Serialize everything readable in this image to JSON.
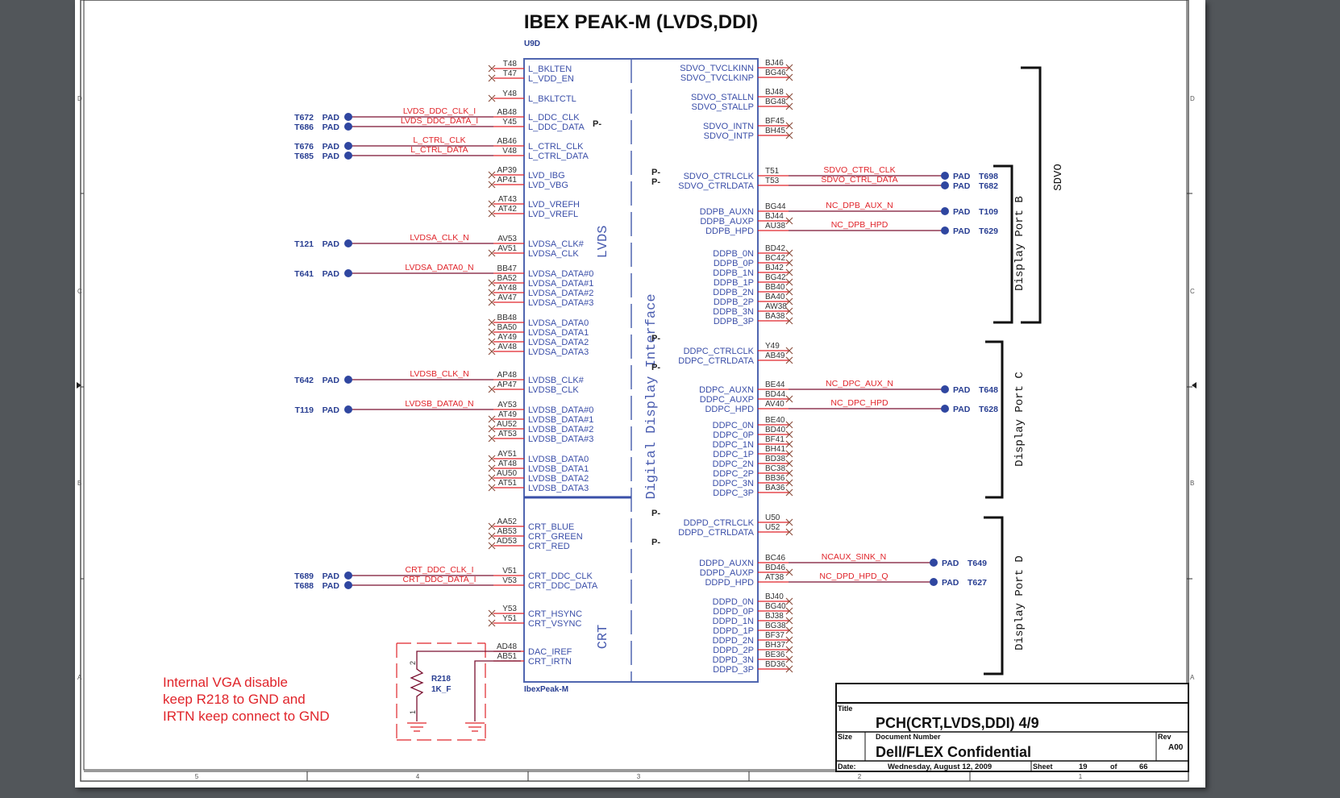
{
  "title": "IBEX PEAK-M (LVDS,DDI)",
  "refdes": "U9D",
  "part_name": "IbexPeak-M",
  "sections": {
    "lvds": "LVDS",
    "crt": "CRT",
    "ddi": "Digital Display Interface"
  },
  "port_labels": {
    "sdvo": "SDVO",
    "port_b": "Display Port B",
    "port_c": "Display Port C",
    "port_d": "Display Port D"
  },
  "p_marker": "P-",
  "left_pins": [
    {
      "ball": "T48",
      "name": "L_BKLTEN",
      "nc": true
    },
    {
      "ball": "T47",
      "name": "L_VDD_EN",
      "nc": true
    },
    {
      "ball": "Y48",
      "name": "L_BKLTCTL",
      "nc": true
    },
    {
      "ball": "AB48",
      "name": "L_DDC_CLK",
      "net": "LVDS_DDC_CLK_I",
      "tp": "T672"
    },
    {
      "ball": "Y45",
      "name": "L_DDC_DATA",
      "net": "LVDS_DDC_DATA_I",
      "tp": "T686"
    },
    {
      "ball": "AB46",
      "name": "L_CTRL_CLK",
      "net": "L_CTRL_CLK",
      "tp": "T676"
    },
    {
      "ball": "V48",
      "name": "L_CTRL_DATA",
      "net": "L_CTRL_DATA",
      "tp": "T685"
    },
    {
      "ball": "AP39",
      "name": "LVD_IBG",
      "nc": true
    },
    {
      "ball": "AP41",
      "name": "LVD_VBG",
      "nc": true
    },
    {
      "ball": "AT43",
      "name": "LVD_VREFH",
      "nc": true
    },
    {
      "ball": "AT42",
      "name": "LVD_VREFL",
      "nc": true
    },
    {
      "ball": "AV53",
      "name": "LVDSA_CLK#",
      "net": "LVDSA_CLK_N",
      "tp": "T121"
    },
    {
      "ball": "AV51",
      "name": "LVDSA_CLK",
      "nc": true
    },
    {
      "ball": "BB47",
      "name": "LVDSA_DATA#0",
      "net": "LVDSA_DATA0_N",
      "tp": "T641"
    },
    {
      "ball": "BA52",
      "name": "LVDSA_DATA#1",
      "nc": true
    },
    {
      "ball": "AY48",
      "name": "LVDSA_DATA#2",
      "nc": true
    },
    {
      "ball": "AV47",
      "name": "LVDSA_DATA#3",
      "nc": true
    },
    {
      "ball": "BB48",
      "name": "LVDSA_DATA0",
      "nc": true
    },
    {
      "ball": "BA50",
      "name": "LVDSA_DATA1",
      "nc": true
    },
    {
      "ball": "AY49",
      "name": "LVDSA_DATA2",
      "nc": true
    },
    {
      "ball": "AV48",
      "name": "LVDSA_DATA3",
      "nc": true
    },
    {
      "ball": "AP48",
      "name": "LVDSB_CLK#",
      "net": "LVDSB_CLK_N",
      "tp": "T642"
    },
    {
      "ball": "AP47",
      "name": "LVDSB_CLK",
      "nc": true
    },
    {
      "ball": "AY53",
      "name": "LVDSB_DATA#0",
      "net": "LVDSB_DATA0_N",
      "tp": "T119"
    },
    {
      "ball": "AT49",
      "name": "LVDSB_DATA#1",
      "nc": true
    },
    {
      "ball": "AU52",
      "name": "LVDSB_DATA#2",
      "nc": true
    },
    {
      "ball": "AT53",
      "name": "LVDSB_DATA#3",
      "nc": true
    },
    {
      "ball": "AY51",
      "name": "LVDSB_DATA0",
      "nc": true
    },
    {
      "ball": "AT48",
      "name": "LVDSB_DATA1",
      "nc": true
    },
    {
      "ball": "AU50",
      "name": "LVDSB_DATA2",
      "nc": true
    },
    {
      "ball": "AT51",
      "name": "LVDSB_DATA3",
      "nc": true
    },
    {
      "ball": "AA52",
      "name": "CRT_BLUE",
      "nc": true
    },
    {
      "ball": "AB53",
      "name": "CRT_GREEN",
      "nc": true
    },
    {
      "ball": "AD53",
      "name": "CRT_RED",
      "nc": true
    },
    {
      "ball": "V51",
      "name": "CRT_DDC_CLK",
      "net": "CRT_DDC_CLK_I",
      "tp": "T689"
    },
    {
      "ball": "V53",
      "name": "CRT_DDC_DATA",
      "net": "CRT_DDC_DATA_I",
      "tp": "T688"
    },
    {
      "ball": "Y53",
      "name": "CRT_HSYNC",
      "nc": true
    },
    {
      "ball": "Y51",
      "name": "CRT_VSYNC",
      "nc": true
    },
    {
      "ball": "AD48",
      "name": "DAC_IREF"
    },
    {
      "ball": "AB51",
      "name": "CRT_IRTN"
    }
  ],
  "right_pins": [
    {
      "ball": "BJ46",
      "name": "SDVO_TVCLKINN",
      "nc": true
    },
    {
      "ball": "BG46",
      "name": "SDVO_TVCLKINP",
      "nc": true
    },
    {
      "ball": "BJ48",
      "name": "SDVO_STALLN",
      "nc": true
    },
    {
      "ball": "BG48",
      "name": "SDVO_STALLP",
      "nc": true
    },
    {
      "ball": "BF45",
      "name": "SDVO_INTN",
      "nc": true
    },
    {
      "ball": "BH45",
      "name": "SDVO_INTP",
      "nc": true
    },
    {
      "ball": "T51",
      "name": "SDVO_CTRLCLK",
      "net": "SDVO_CTRL_CLK",
      "tp": "T698"
    },
    {
      "ball": "T53",
      "name": "SDVO_CTRLDATA",
      "net": "SDVO_CTRL_DATA",
      "tp": "T682"
    },
    {
      "ball": "BG44",
      "name": "DDPB_AUXN",
      "net": "NC_DPB_AUX_N",
      "tp": "T109"
    },
    {
      "ball": "BJ44",
      "name": "DDPB_AUXP",
      "nc": true
    },
    {
      "ball": "AU38",
      "name": "DDPB_HPD",
      "net": "NC_DPB_HPD",
      "tp": "T629"
    },
    {
      "ball": "BD42",
      "name": "DDPB_0N",
      "nc": true
    },
    {
      "ball": "BC42",
      "name": "DDPB_0P",
      "nc": true
    },
    {
      "ball": "BJ42",
      "name": "DDPB_1N",
      "nc": true
    },
    {
      "ball": "BG42",
      "name": "DDPB_1P",
      "nc": true
    },
    {
      "ball": "BB40",
      "name": "DDPB_2N",
      "nc": true
    },
    {
      "ball": "BA40",
      "name": "DDPB_2P",
      "nc": true
    },
    {
      "ball": "AW38",
      "name": "DDPB_3N",
      "nc": true
    },
    {
      "ball": "BA38",
      "name": "DDPB_3P",
      "nc": true
    },
    {
      "ball": "Y49",
      "name": "DDPC_CTRLCLK",
      "nc": true
    },
    {
      "ball": "AB49",
      "name": "DDPC_CTRLDATA",
      "nc": true
    },
    {
      "ball": "BE44",
      "name": "DDPC_AUXN",
      "net": "NC_DPC_AUX_N",
      "tp": "T648"
    },
    {
      "ball": "BD44",
      "name": "DDPC_AUXP",
      "nc": true
    },
    {
      "ball": "AV40",
      "name": "DDPC_HPD",
      "net": "NC_DPC_HPD",
      "tp": "T628"
    },
    {
      "ball": "BE40",
      "name": "DDPC_0N",
      "nc": true
    },
    {
      "ball": "BD40",
      "name": "DDPC_0P",
      "nc": true
    },
    {
      "ball": "BF41",
      "name": "DDPC_1N",
      "nc": true
    },
    {
      "ball": "BH41",
      "name": "DDPC_1P",
      "nc": true
    },
    {
      "ball": "BD38",
      "name": "DDPC_2N",
      "nc": true
    },
    {
      "ball": "BC38",
      "name": "DDPC_2P",
      "nc": true
    },
    {
      "ball": "BB36",
      "name": "DDPC_3N",
      "nc": true
    },
    {
      "ball": "BA36",
      "name": "DDPC_3P",
      "nc": true
    },
    {
      "ball": "U50",
      "name": "DDPD_CTRLCLK",
      "nc": true
    },
    {
      "ball": "U52",
      "name": "DDPD_CTRLDATA",
      "nc": true
    },
    {
      "ball": "BC46",
      "name": "DDPD_AUXN",
      "net": "NCAUX_SINK_N",
      "tp": "T649"
    },
    {
      "ball": "BD46",
      "name": "DDPD_AUXP",
      "nc": true
    },
    {
      "ball": "AT38",
      "name": "DDPD_HPD",
      "net": "NC_DPD_HPD_Q",
      "tp": "T627"
    },
    {
      "ball": "BJ40",
      "name": "DDPD_0N",
      "nc": true
    },
    {
      "ball": "BG40",
      "name": "DDPD_0P",
      "nc": true
    },
    {
      "ball": "BJ38",
      "name": "DDPD_1N",
      "nc": true
    },
    {
      "ball": "BG38",
      "name": "DDPD_1P",
      "nc": true
    },
    {
      "ball": "BF37",
      "name": "DDPD_2N",
      "nc": true
    },
    {
      "ball": "BH37",
      "name": "DDPD_2P",
      "nc": true
    },
    {
      "ball": "BE36",
      "name": "DDPD_3N",
      "nc": true
    },
    {
      "ball": "BD36",
      "name": "DDPD_3P",
      "nc": true
    }
  ],
  "pad_label": "PAD",
  "resistor": {
    "refdes": "R218",
    "value": "1K_F",
    "pin1": "1",
    "pin2": "2"
  },
  "note": [
    "Internal VGA disable",
    "keep R218 to GND and",
    "IRTN keep connect to GND"
  ],
  "title_block": {
    "title_label": "Title",
    "title": "PCH(CRT,LVDS,DDI) 4/9",
    "size_label": "Size",
    "docnum_label": "Document Number",
    "docnum": "Dell/FLEX Confidential",
    "rev_label": "Rev",
    "rev": "A00",
    "date_label": "Date:",
    "date": "Wednesday, August 12, 2009",
    "sheet_label": "Sheet",
    "sheet": "19",
    "of_label": "of",
    "sheet_total": "66"
  },
  "border": {
    "rows": [
      "D",
      "C",
      "B",
      "A"
    ],
    "cols": [
      "5",
      "4",
      "3",
      "2",
      "1"
    ]
  },
  "colors": {
    "pin_text": "#3a4ea8",
    "net": "#e0242a",
    "wire": "#7a1030",
    "body": "#5066b0",
    "pad": "#2f46a0",
    "background": "#52565a"
  }
}
